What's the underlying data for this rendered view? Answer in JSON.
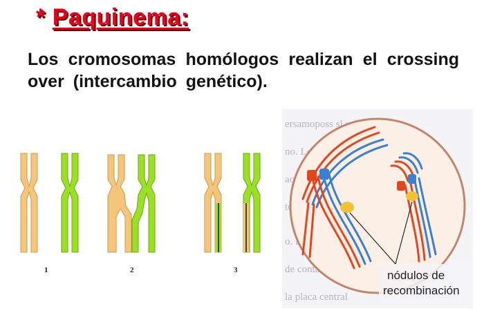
{
  "slide": {
    "title_star": "*",
    "title": "Paquinema:",
    "body": "Los cromosomas homólogos realizan el crossing over (intercambio genético)."
  },
  "figure_left": {
    "labels": [
      "1",
      "2",
      "3"
    ],
    "colors": {
      "maternal": "#f5c57c",
      "paternal": "#9be024",
      "outline": "#c89a4a"
    }
  },
  "figure_right": {
    "annotation_line1": "nódulos de",
    "annotation_line2": "recombinación",
    "colors": {
      "cell_border": "#c0856a",
      "cell_fill": "#fcefe6",
      "red_strand": "#e2461e",
      "blue_strand": "#3a7fd0",
      "nodule": "#f1c232"
    }
  }
}
